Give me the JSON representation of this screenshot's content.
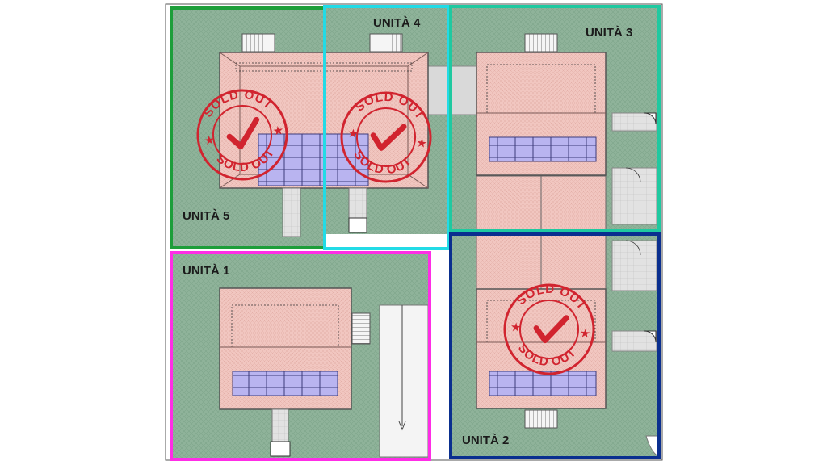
{
  "units": [
    {
      "id": "unita-1",
      "label": "UNITÀ 1",
      "sold_out": false,
      "border_color": "#ff2de6"
    },
    {
      "id": "unita-2",
      "label": "UNITÀ 2",
      "sold_out": true,
      "border_color": "#0a2f8f"
    },
    {
      "id": "unita-3",
      "label": "UNITÀ 3",
      "sold_out": false,
      "border_color": "#1fc9a0"
    },
    {
      "id": "unita-4",
      "label": "UNITÀ 4",
      "sold_out": true,
      "border_color": "#22dbe6"
    },
    {
      "id": "unita-5",
      "label": "UNITÀ 5",
      "sold_out": true,
      "border_color": "#1d9e3a"
    }
  ],
  "stamp": {
    "text": "SOLD OUT",
    "color": "#d1242f"
  },
  "colors": {
    "garden": "#8fb39a",
    "roof": "#f1c6c0",
    "solar": "#b9b4f0",
    "paving": "#dcdcdc"
  }
}
